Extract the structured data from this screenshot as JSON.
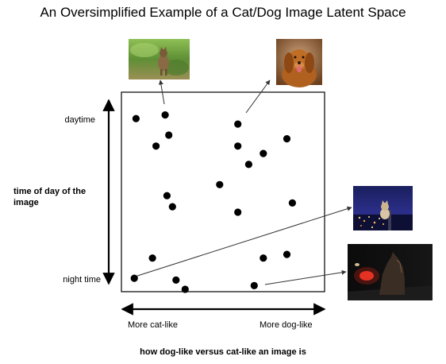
{
  "title": "An Oversimplified Example of a Cat/Dog Image Latent Space",
  "y_axis": {
    "title": "time of day of the image",
    "top_label": "daytime",
    "bottom_label": "night time"
  },
  "x_axis": {
    "title": "how dog-like versus cat-like an image is",
    "left_label": "More cat-like",
    "right_label": "More dog-like"
  },
  "points": [
    {
      "id": "p1",
      "x": 0.05,
      "y": 0.93
    },
    {
      "id": "p2",
      "x": 0.21,
      "y": 0.95
    },
    {
      "id": "p3",
      "x": 0.23,
      "y": 0.84
    },
    {
      "id": "p4",
      "x": 0.16,
      "y": 0.78
    },
    {
      "id": "p5",
      "x": 0.61,
      "y": 0.9
    },
    {
      "id": "p6",
      "x": 0.61,
      "y": 0.78
    },
    {
      "id": "p7",
      "x": 0.75,
      "y": 0.74
    },
    {
      "id": "p8",
      "x": 0.88,
      "y": 0.82
    },
    {
      "id": "p9",
      "x": 0.67,
      "y": 0.68
    },
    {
      "id": "p10",
      "x": 0.51,
      "y": 0.57
    },
    {
      "id": "p11",
      "x": 0.22,
      "y": 0.51
    },
    {
      "id": "p12",
      "x": 0.25,
      "y": 0.45
    },
    {
      "id": "p13",
      "x": 0.91,
      "y": 0.47
    },
    {
      "id": "p14",
      "x": 0.61,
      "y": 0.42
    },
    {
      "id": "p15",
      "x": 0.14,
      "y": 0.17
    },
    {
      "id": "p16",
      "x": 0.75,
      "y": 0.17
    },
    {
      "id": "p17",
      "x": 0.88,
      "y": 0.19
    },
    {
      "id": "p18",
      "x": 0.04,
      "y": 0.06
    },
    {
      "id": "p19",
      "x": 0.27,
      "y": 0.05
    },
    {
      "id": "p20",
      "x": 0.32,
      "y": 0.0
    },
    {
      "id": "p21",
      "x": 0.7,
      "y": 0.02
    }
  ],
  "examples": [
    {
      "name": "cat-daytime-photo",
      "point": "p2",
      "subject": "cat",
      "time": "day"
    },
    {
      "name": "dog-daytime-photo",
      "point": "p5",
      "subject": "dog",
      "time": "day"
    },
    {
      "name": "cat-night-photo",
      "point": "p18",
      "subject": "cat",
      "time": "night"
    },
    {
      "name": "dog-night-photo",
      "point": "p21",
      "subject": "dog",
      "time": "night"
    }
  ],
  "colors": {
    "point": "#000000",
    "frame": "#000000",
    "arrow": "#444444"
  }
}
